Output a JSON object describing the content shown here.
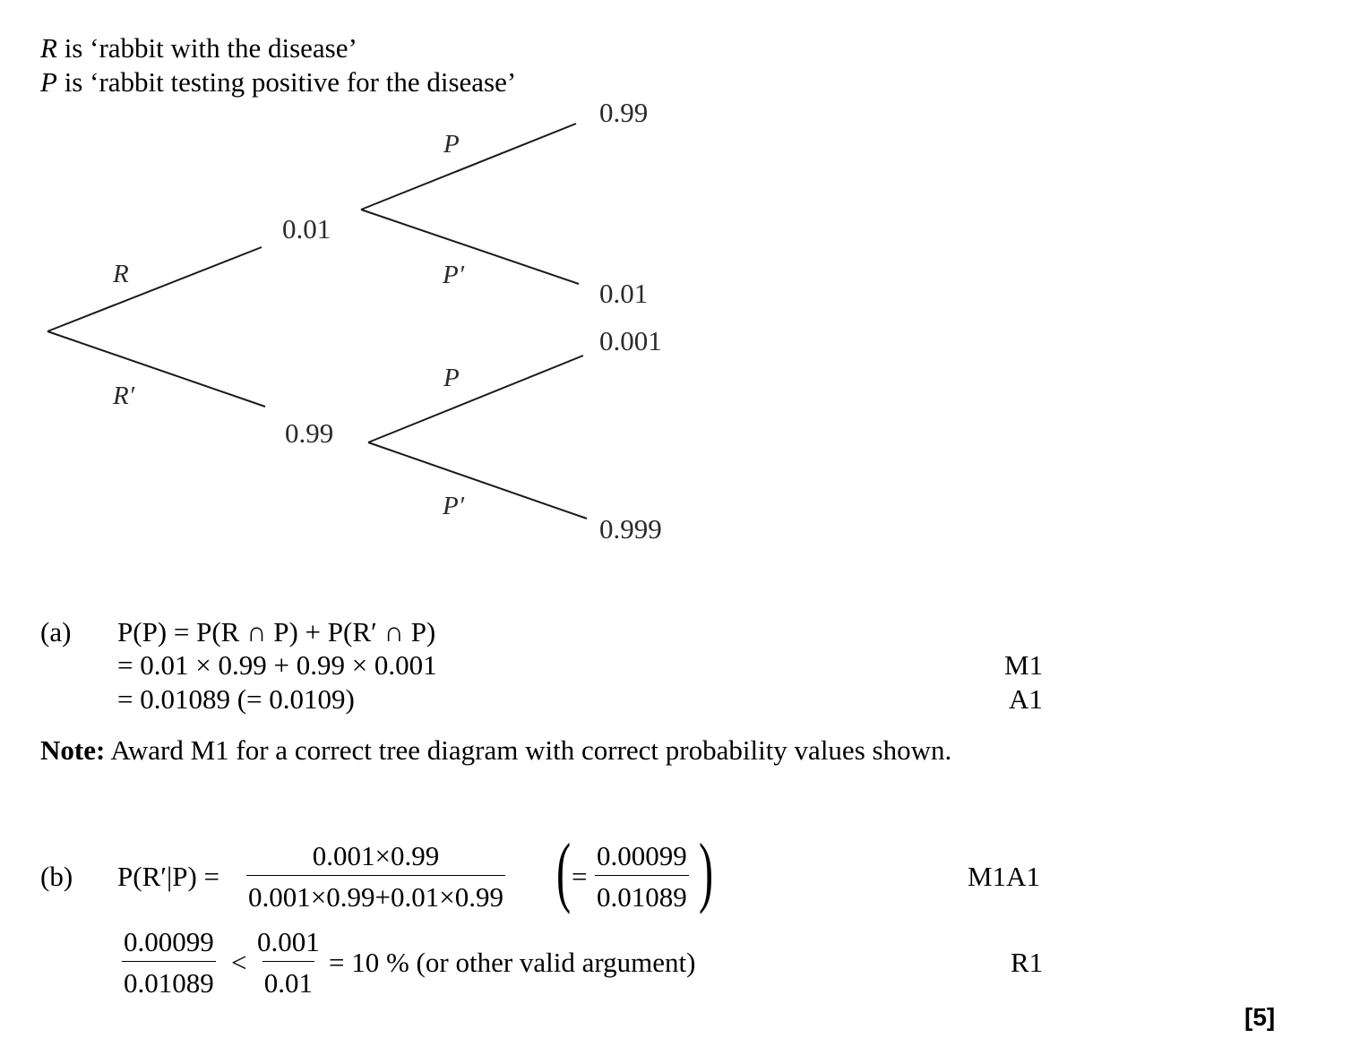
{
  "definitions": {
    "r_var": "R",
    "r_text": " is ‘rabbit with the disease’",
    "p_var": "P",
    "p_text": " is ‘rabbit testing positive for the disease’"
  },
  "tree": {
    "first_level": {
      "upper_label": "R",
      "upper_prob": "0.01",
      "lower_label": "R′",
      "lower_prob": "0.99"
    },
    "upper_branch": {
      "top_label": "P",
      "top_prob": "0.99",
      "bottom_label": "P′",
      "bottom_prob": "0.01"
    },
    "lower_branch": {
      "top_label": "P",
      "top_prob": "0.001",
      "bottom_label": "P′",
      "bottom_prob": "0.999"
    }
  },
  "part_a": {
    "label": "(a)",
    "line1": "P(P) = P(R ∩ P) + P(R′ ∩ P)",
    "line2": "= 0.01 × 0.99 + 0.99 × 0.001",
    "line2_mark": "M1",
    "line3": "= 0.01089 (= 0.0109)",
    "line3_mark": "A1"
  },
  "note": {
    "bold": "Note:",
    "text": " Award M1 for a correct tree diagram with correct probability values shown."
  },
  "part_b": {
    "label": "(b)",
    "lhs": "P(R′|P) =",
    "frac1_num": "0.001×0.99",
    "frac1_den": "0.001×0.99+0.01×0.99",
    "eq": "=",
    "frac2_num": "0.00099",
    "frac2_den": "0.01089",
    "mark1": "M1A1",
    "frac3_num": "0.00099",
    "frac3_den": "0.01089",
    "lt": "<",
    "frac4_num": "0.001",
    "frac4_den": "0.01",
    "conclusion": "= 10 % (or other valid argument)",
    "mark2": "R1"
  },
  "total_marks": "[5]"
}
